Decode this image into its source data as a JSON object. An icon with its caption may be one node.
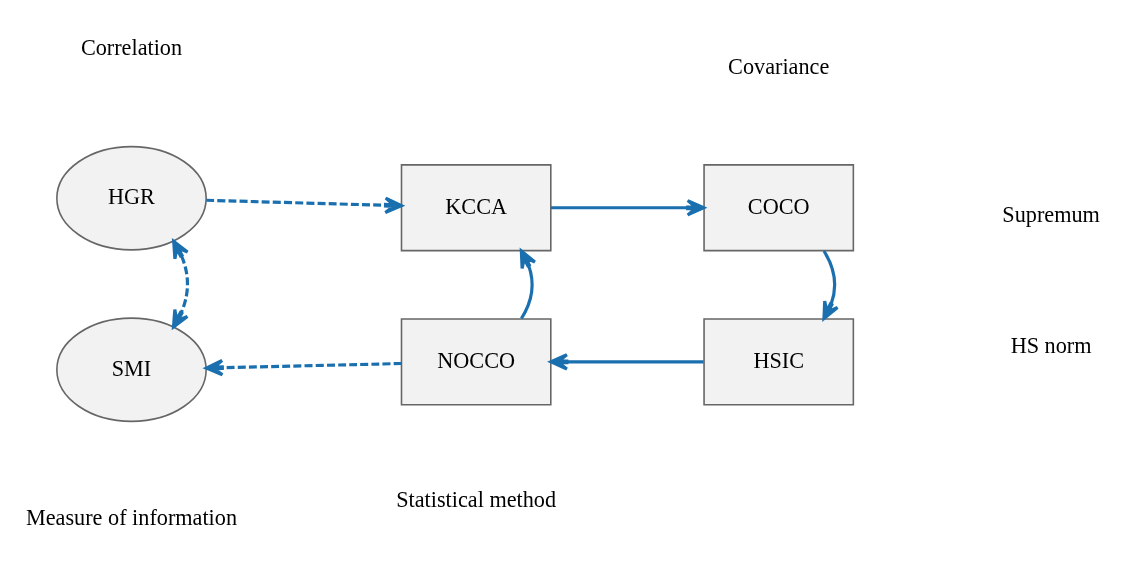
{
  "diagram": {
    "nodes": [
      {
        "text": [
          "HGR"
        ]
      },
      {
        "text": [
          "KCCA"
        ]
      },
      {
        "text": [
          "COCO"
        ]
      },
      {
        "text": [
          "SMI"
        ]
      },
      {
        "text": [
          "NOCCO"
        ]
      },
      {
        "text": [
          "HSIC"
        ]
      }
    ],
    "edges": [
      {
        "from": 0,
        "to": 1,
        "arrow": "to",
        "style": "dashed"
      },
      {
        "from": 1,
        "to": 2,
        "arrow": "to"
      },
      {
        "from": 2,
        "to": 5,
        "arrow": "to"
      },
      {
        "from": 5,
        "to": 4,
        "arrow": "to"
      },
      {
        "from": 4,
        "to": 1,
        "arrow": "to"
      },
      {
        "from": 4,
        "to": 3,
        "arrow": "to",
        "style": "dashed"
      },
      {
        "from": 0,
        "to": 3,
        "arrow": "both",
        "style": "dashed"
      }
    ],
    "labels": [
      "Correlation",
      "Covariance",
      "Supremum",
      "HS norm",
      "Measure of information",
      "Statistical method"
    ]
  }
}
